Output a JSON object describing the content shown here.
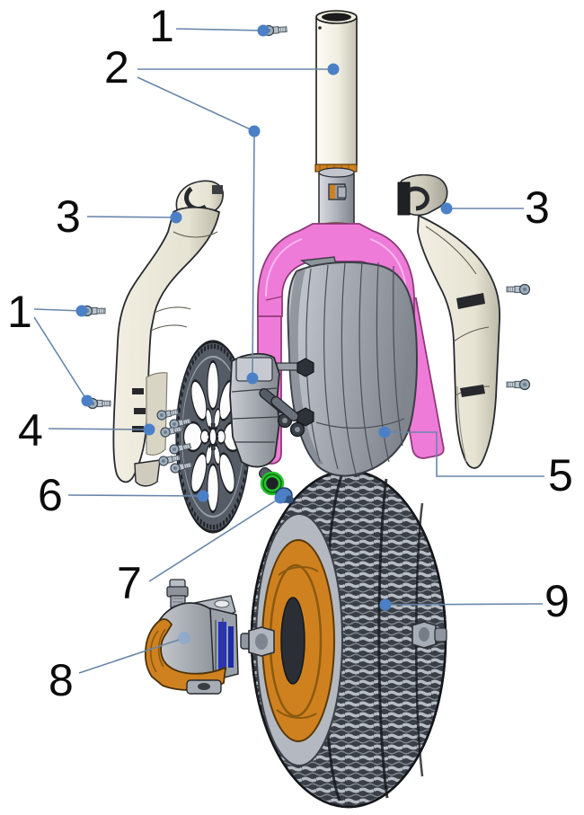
{
  "diagram": {
    "background": "#ffffff",
    "callouts": [
      {
        "id": "callout-screw-top",
        "label": "1"
      },
      {
        "id": "callout-steer-tube",
        "label": "2"
      },
      {
        "id": "callout-cover-left",
        "label": "3"
      },
      {
        "id": "callout-cover-right",
        "label": "3"
      },
      {
        "id": "callout-screws-left",
        "label": "1"
      },
      {
        "id": "callout-screw-cluster",
        "label": "4"
      },
      {
        "id": "callout-fender",
        "label": "5"
      },
      {
        "id": "callout-wheel-disc",
        "label": "6"
      },
      {
        "id": "callout-bearing-ring",
        "label": "7"
      },
      {
        "id": "callout-motor-brake",
        "label": "8"
      },
      {
        "id": "callout-tire",
        "label": "9"
      }
    ],
    "colors": {
      "background": "#ffffff",
      "fork-pink": "#ef7bd9",
      "pink-edge": "#8e3a78",
      "orange": "#d0811f",
      "orange-edge": "#5a3a08",
      "green": "#26c32b",
      "blue": "#2433c4",
      "leader": "#6886a9",
      "dot": "#4c80c6",
      "beige": "#ebe8d9",
      "beige-dark": "#c9c6b6",
      "gray-light": "#c7cbd1",
      "gray-mid": "#9aa0a8",
      "gray-dark": "#5b6069",
      "line": "#2b2e33",
      "tire-dark": "#363a42",
      "tread-light": "#b6bcc4",
      "cream": "#f4f2e8"
    }
  }
}
